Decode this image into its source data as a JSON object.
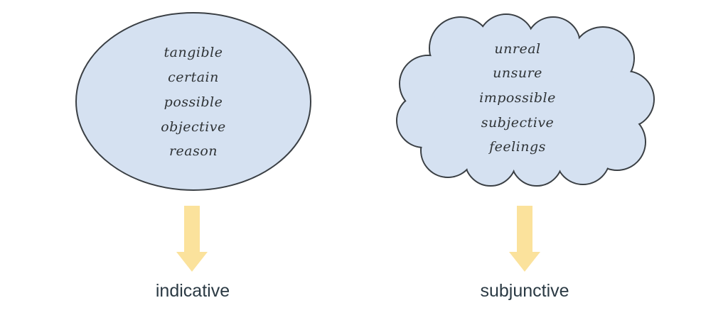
{
  "indicative": {
    "words": [
      "tangible",
      "certain",
      "possible",
      "objective",
      "reason"
    ],
    "label": "indicative"
  },
  "subjunctive": {
    "words": [
      "unreal",
      "unsure",
      "impossible",
      "subjective",
      "feelings"
    ],
    "label": "subjunctive"
  },
  "colors": {
    "shape_fill": "#d5e1f1",
    "outline": "#3a3f44",
    "arrow": "#fbe29c",
    "label": "#2b3a44"
  }
}
